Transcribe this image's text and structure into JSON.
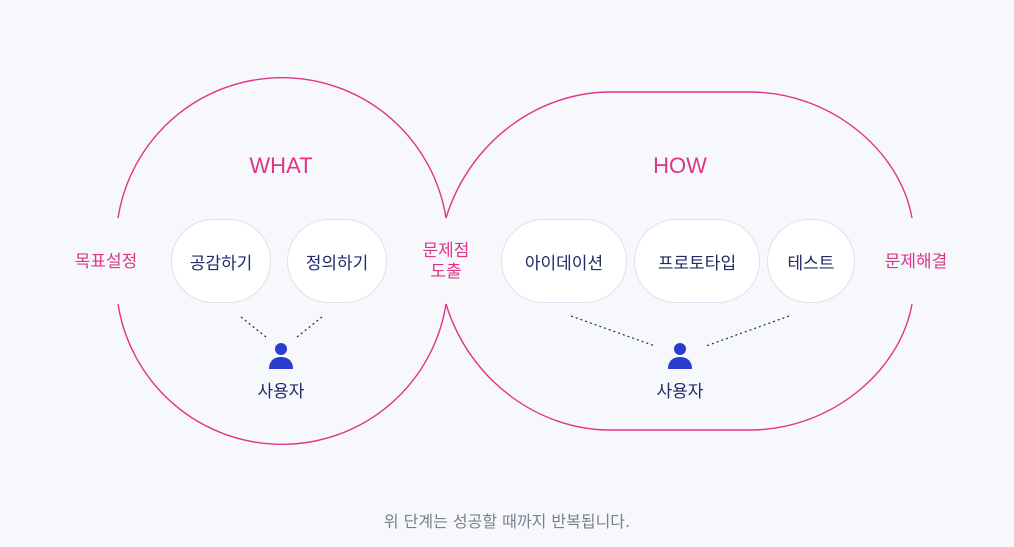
{
  "what_section": {
    "heading": "WHAT",
    "side_label": "목표설정",
    "steps": [
      "공감하기",
      "정의하기"
    ],
    "user_label": "사용자"
  },
  "middle_label": {
    "line1": "문제점",
    "line2": "도출"
  },
  "how_section": {
    "heading": "HOW",
    "side_label": "문제해결",
    "steps": [
      "아이데이션",
      "프로토타입",
      "테스트"
    ],
    "user_label": "사용자"
  },
  "footnote": "위 단계는 성공할 때까지 반복됩니다.",
  "colors": {
    "accent": "#e0338a",
    "navy": "#1f2a66",
    "user_icon": "#2b3ccf",
    "background": "#f7f8fc"
  },
  "icons": {
    "user": "person-icon"
  }
}
